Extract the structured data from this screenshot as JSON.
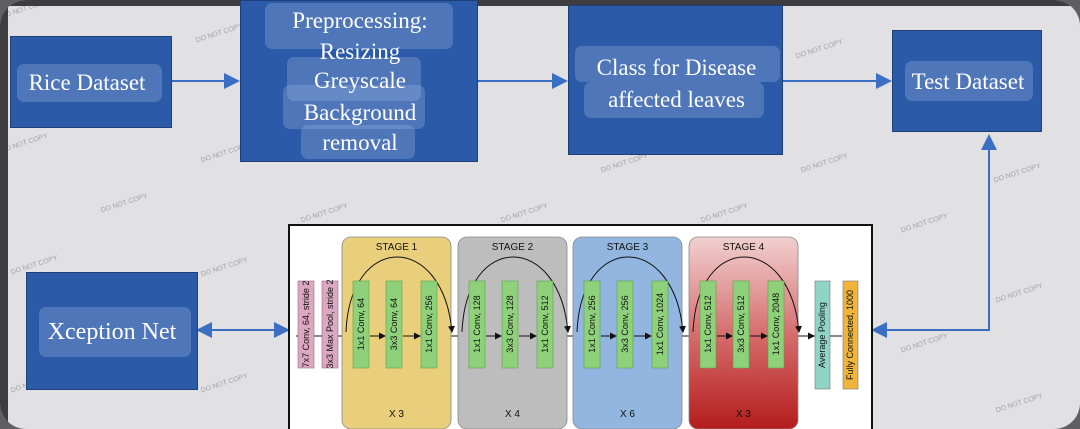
{
  "boxes": {
    "rice_dataset": "Rice Dataset",
    "preprocessing": [
      "Preprocessing:",
      "Resizing",
      "Greyscale",
      "Background",
      "removal"
    ],
    "class_disease": [
      "Class for Disease",
      "affected leaves"
    ],
    "test_dataset": "Test Dataset",
    "xception_net": "Xception Net"
  },
  "architecture": {
    "pre_layers": [
      "7x7 Conv, 64, stride 2",
      "3x3 Max Pool, stride 2"
    ],
    "stages": [
      {
        "title": "STAGE 1",
        "layers": [
          "1x1 Conv, 64",
          "3x3 Conv, 64",
          "1x1 Conv, 256"
        ],
        "repeat": "X 3",
        "color": "#e9cf7c"
      },
      {
        "title": "STAGE 2",
        "layers": [
          "1x1 Conv, 128",
          "3x3 Conv, 128",
          "1x1 Conv, 512"
        ],
        "repeat": "X 4",
        "color": "#bdbdbd"
      },
      {
        "title": "STAGE 3",
        "layers": [
          "1x1 Conv, 256",
          "3x3 Conv, 256",
          "1x1 Conv, 1024"
        ],
        "repeat": "X 6",
        "color": "#92b6e0"
      },
      {
        "title": "STAGE 4",
        "layers": [
          "1x1 Conv, 512",
          "3x3 Conv, 512",
          "1x1 Conv, 2048"
        ],
        "repeat": "X 3",
        "color": "#c02a2a"
      }
    ],
    "post_layers": [
      "Average Pooling",
      "Fully Connected, 1000"
    ]
  },
  "watermark": "DO NOT COPY",
  "colors": {
    "box_blue": "#2b5aa8",
    "arrow_blue": "#3b6fc4",
    "pre_layer_pink": "#dba7c1",
    "conv_green": "#8fd07a",
    "avg_pool_teal": "#8ed5c8",
    "fc_orange": "#f0b43a"
  }
}
